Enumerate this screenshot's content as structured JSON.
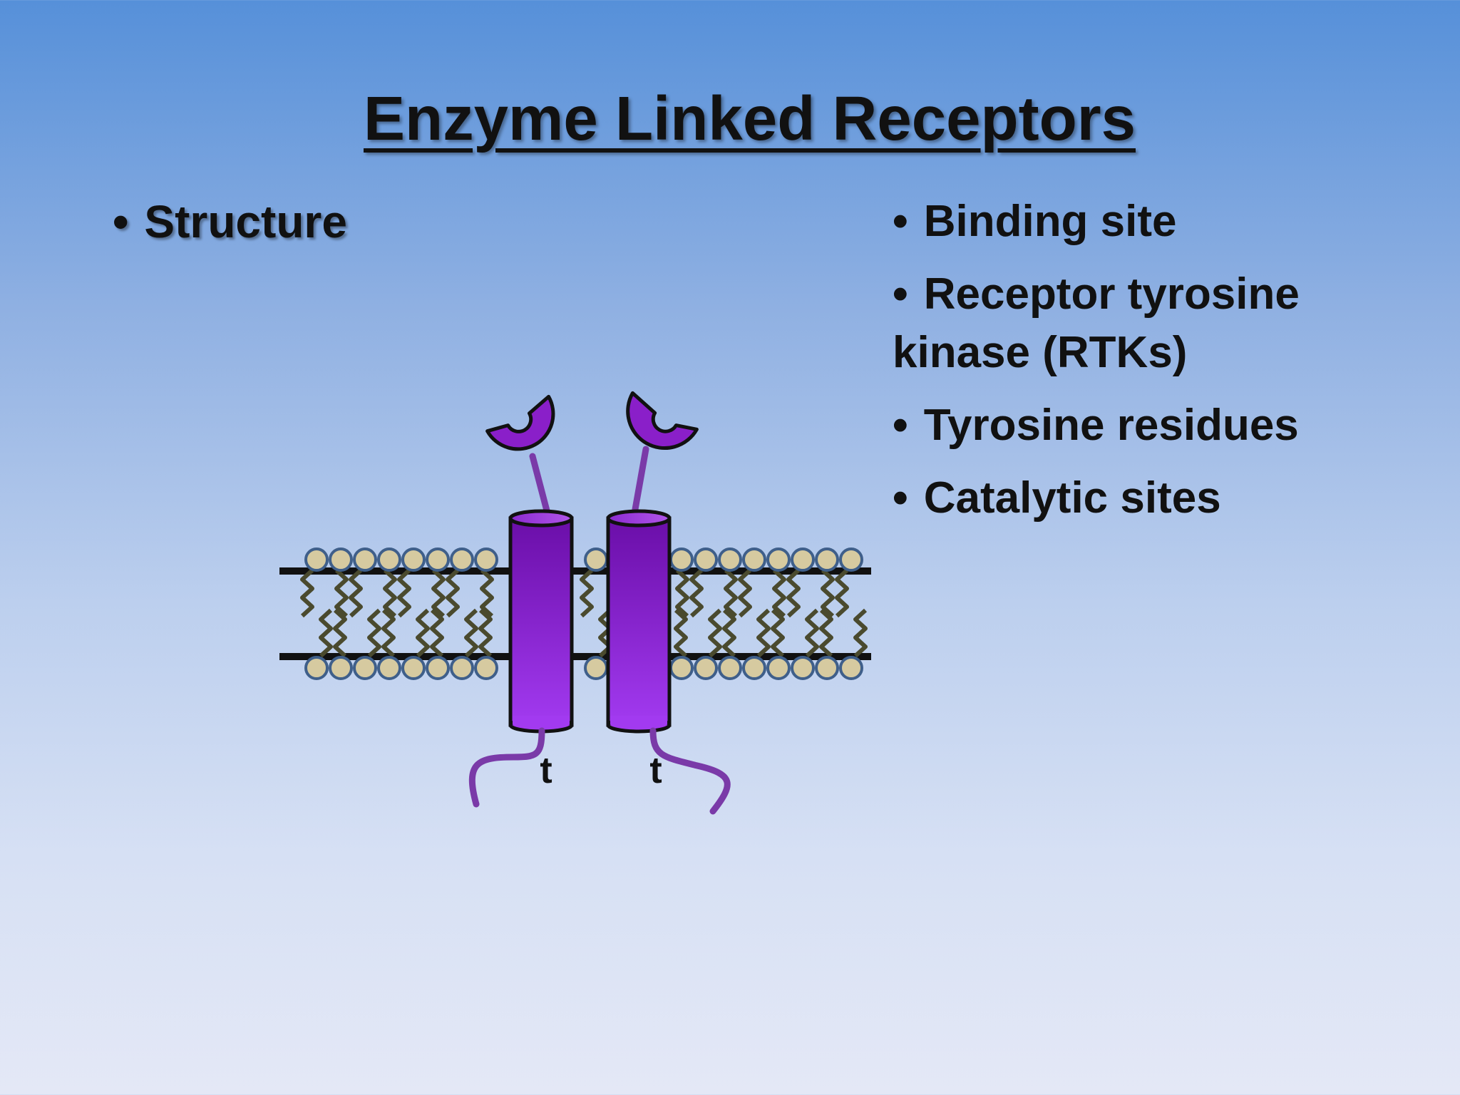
{
  "slide": {
    "title": "Enzyme Linked Receptors",
    "bullet_symbol": "•",
    "left_bullet": "Structure",
    "right_bullets": [
      "Binding site",
      "Receptor tyrosine kinase (RTKs)",
      "Tyrosine residues",
      "Catalytic sites"
    ]
  },
  "diagram": {
    "tail_labels": [
      "t",
      "t"
    ],
    "colors": {
      "receptor": "#8a1fc9",
      "membrane_line": "#111111",
      "lipid_head": "#d6caa0",
      "lipid_head_outline": "#3f5f8a",
      "lipid_tail": "#4a4a2e",
      "tether": "#7a3aa8"
    }
  }
}
